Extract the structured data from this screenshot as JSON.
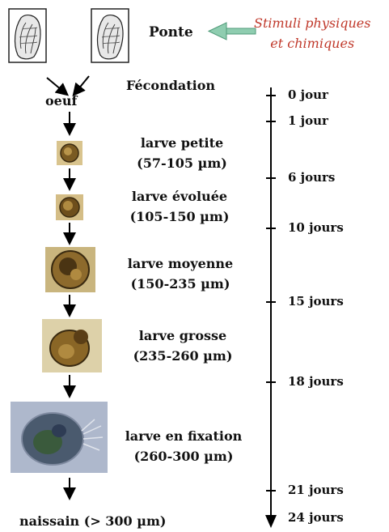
{
  "stimuli": {
    "line1": "Stimuli physiques",
    "line2": "et chimiques"
  },
  "ponte": "Ponte",
  "fecondation": "Fécondation",
  "oeuf": "oeuf",
  "stages": [
    {
      "name": "larve petite",
      "size": "(57-105 µm)"
    },
    {
      "name": "larve évoluée",
      "size": "(105-150 µm)"
    },
    {
      "name": "larve moyenne",
      "size": "(150-235 µm)"
    },
    {
      "name": "larve grosse",
      "size": "(235-260 µm)"
    },
    {
      "name": "larve en fixation",
      "size": "(260-300  µm)"
    }
  ],
  "naissain": "naissain (> 300 µm)",
  "timeline": [
    "0 jour",
    "1 jour",
    "6 jours",
    "10 jours",
    "15 jours",
    "18 jours",
    "21 jours",
    "24 jours"
  ],
  "colors": {
    "stimuli_text": "#c0392b",
    "stimuli_arrow": "#5cae8a",
    "larva_dark": "#3a2a10"
  }
}
